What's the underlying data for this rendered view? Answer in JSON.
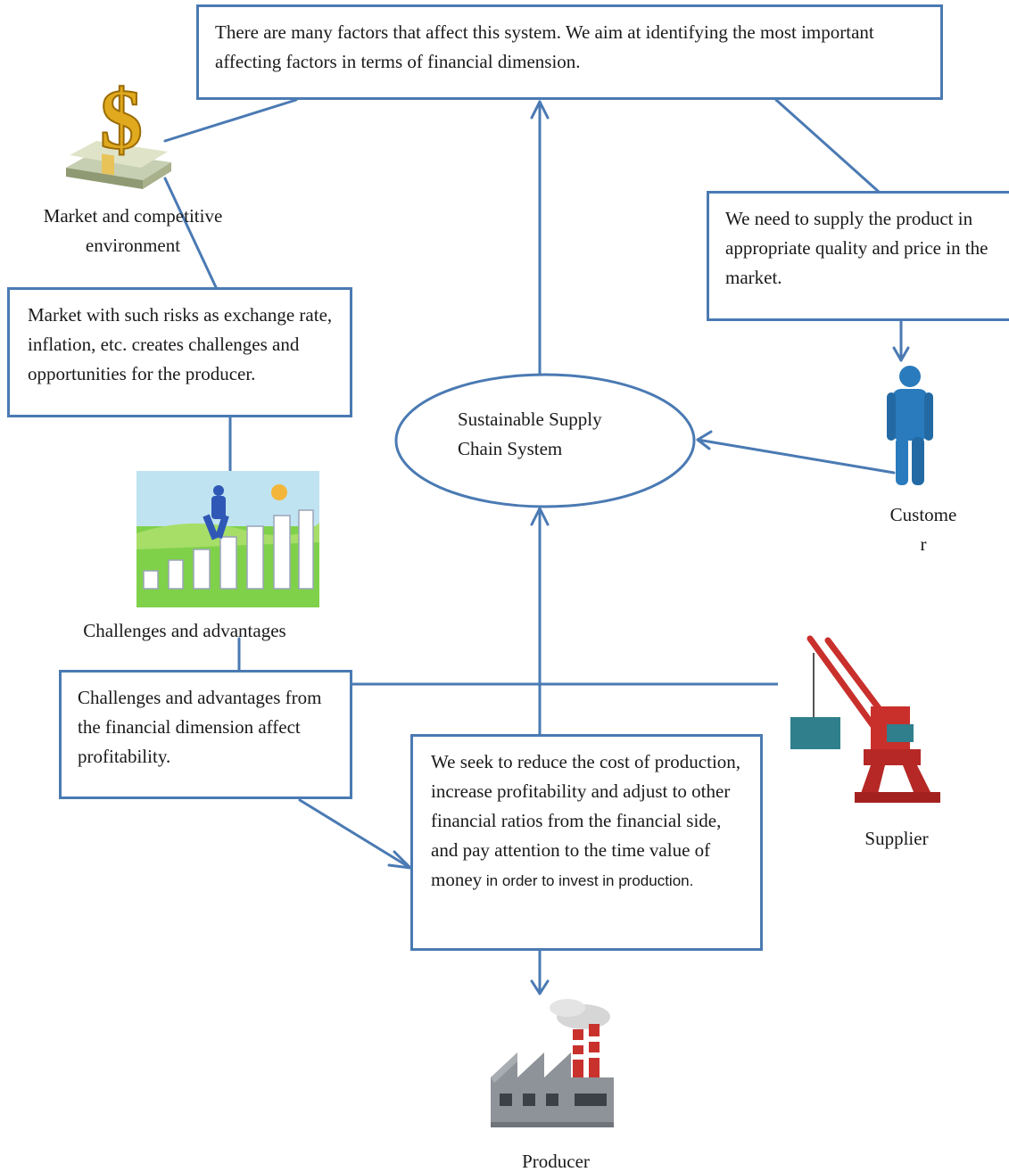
{
  "boxes": {
    "top": "There are many factors that affect this system. We aim at identifying the most important affecting factors in terms of financial dimension.",
    "customer_need": "We need to supply the product in appropriate quality and price in the market.",
    "market_risk": "Market with such risks as exchange rate, inflation, etc. creates challenges and opportunities for the producer.",
    "financial_profitability": "Challenges and advantages from the financial dimension affect profitability.",
    "producer_goal_main": "We seek to reduce the cost of production, increase profitability and adjust to other financial ratios from the financial side, and pay attention to the time value of money",
    "producer_goal_tail": " in order to invest in production."
  },
  "center": {
    "line1": "Sustainable Supply",
    "line2": "Chain System"
  },
  "labels": {
    "market_line1": "Market and competitive",
    "market_line2": "environment",
    "challenges": "Challenges and advantages",
    "customer_line1": "Custome",
    "customer_line2": "r",
    "supplier": "Supplier",
    "producer": "Producer"
  },
  "icons": {
    "market": "money-icon",
    "challenges": "growth-chart-icon",
    "customer": "person-icon",
    "supplier": "crane-icon",
    "producer": "factory-icon"
  },
  "colors": {
    "line": "#4a7ab3",
    "box_border": "#4a7ab3"
  }
}
